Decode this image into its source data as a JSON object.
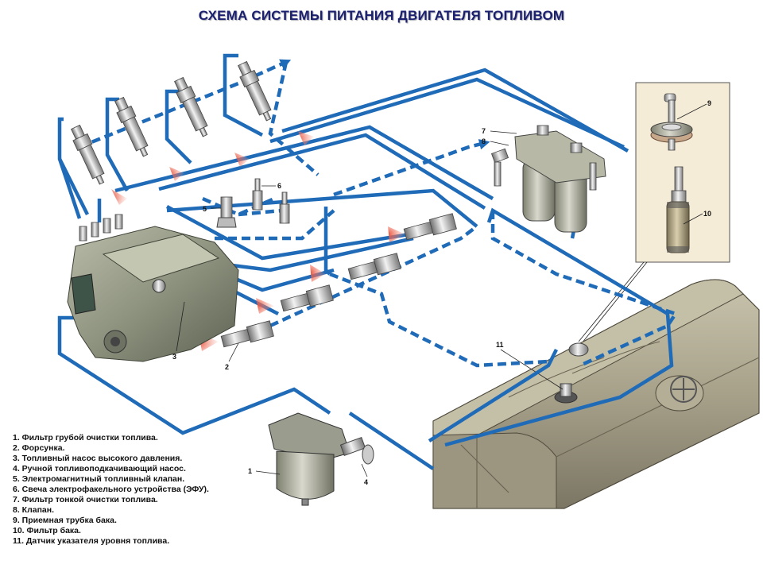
{
  "title": "СХЕМА СИСТЕМЫ ПИТАНИЯ ДВИГАТЕЛЯ ТОПЛИВОМ",
  "colors": {
    "title": "#1a1f6e",
    "fuel_line": "#1f6bb8",
    "spray": "#e8503a",
    "inset_background": "#f5ecd8",
    "tank": "#a9a38c",
    "pump": "#8c9178"
  },
  "line_styles": {
    "solid": "supply / high-pressure lines",
    "dashed": "return / drain lines"
  },
  "callouts": [
    {
      "number": "1",
      "component": "coarse-filter"
    },
    {
      "number": "2",
      "component": "injector"
    },
    {
      "number": "3",
      "component": "high-pressure-pump"
    },
    {
      "number": "4",
      "component": "hand-priming-pump"
    },
    {
      "number": "5",
      "component": "solenoid-valve"
    },
    {
      "number": "6",
      "component": "efu-glow-plug"
    },
    {
      "number": "7",
      "component": "fine-filter"
    },
    {
      "number": "8",
      "component": "valve"
    },
    {
      "number": "9",
      "component": "tank-intake-pipe"
    },
    {
      "number": "10",
      "component": "tank-filter"
    },
    {
      "number": "11",
      "component": "fuel-level-sensor"
    }
  ],
  "legend": [
    "1. Фильтр грубой очистки топлива.",
    "2. Форсунка.",
    "3. Топливный насос высокого давления.",
    "4. Ручной топливоподкачивающий насос.",
    "5. Электромагнитный топливный клапан.",
    "6. Свеча электрофакельного устройства (ЭФУ).",
    "7. Фильтр тонкой очистки топлива.",
    "8. Клапан.",
    "9. Приемная трубка бака.",
    "10. Фильтр бака.",
    "11. Датчик указателя уровня топлива."
  ]
}
